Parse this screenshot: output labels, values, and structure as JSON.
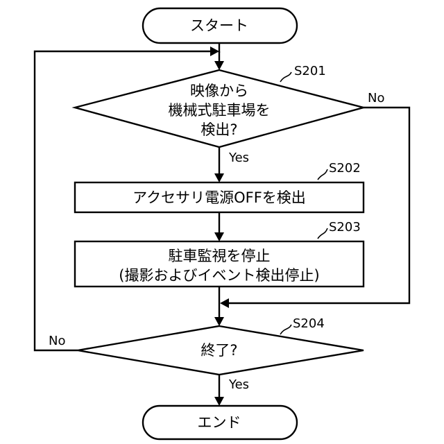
{
  "diagram": {
    "start": {
      "label": "スタート"
    },
    "s201": {
      "step_id": "S201",
      "lines": [
        "映像から",
        "機械式駐車場を",
        "検出?"
      ],
      "yes_label": "Yes",
      "no_label": "No"
    },
    "s202": {
      "step_id": "S202",
      "lines": [
        "アクセサリ電源OFFを検出"
      ]
    },
    "s203": {
      "step_id": "S203",
      "lines": [
        "駐車監視を停止",
        "(撮影およびイベント検出停止)"
      ]
    },
    "s204": {
      "step_id": "S204",
      "lines": [
        "終了?"
      ],
      "yes_label": "Yes",
      "no_label": "No"
    },
    "end": {
      "label": "エンド"
    }
  },
  "colors": {
    "stroke": "#000000",
    "fill": "#ffffff"
  }
}
